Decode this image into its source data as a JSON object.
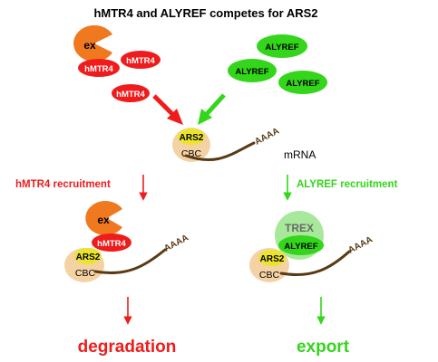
{
  "title": "hMTR4 and ALYREF competes for ARS2",
  "ex_label": "ex",
  "hmtr4_label": "hMTR4",
  "alyref_label": "ALYREF",
  "ars2_label": "ARS2",
  "cbc_label": "CBC",
  "polya_label": "AAAA",
  "mrna_label": "mRNA",
  "trex_label": "TREX",
  "left_pathway": {
    "label": "hMTR4 recruitment",
    "outcome": "degradation"
  },
  "right_pathway": {
    "label": "ALYREF recruitment",
    "outcome": "export"
  },
  "colors": {
    "red": "#ee1c1c",
    "green": "#33d61a",
    "orange": "#f0781e",
    "yellow": "#ece42c",
    "peach": "#f4d2a4",
    "mrna_brown": "#5a3a14",
    "trex_green": "#a8e89a"
  }
}
